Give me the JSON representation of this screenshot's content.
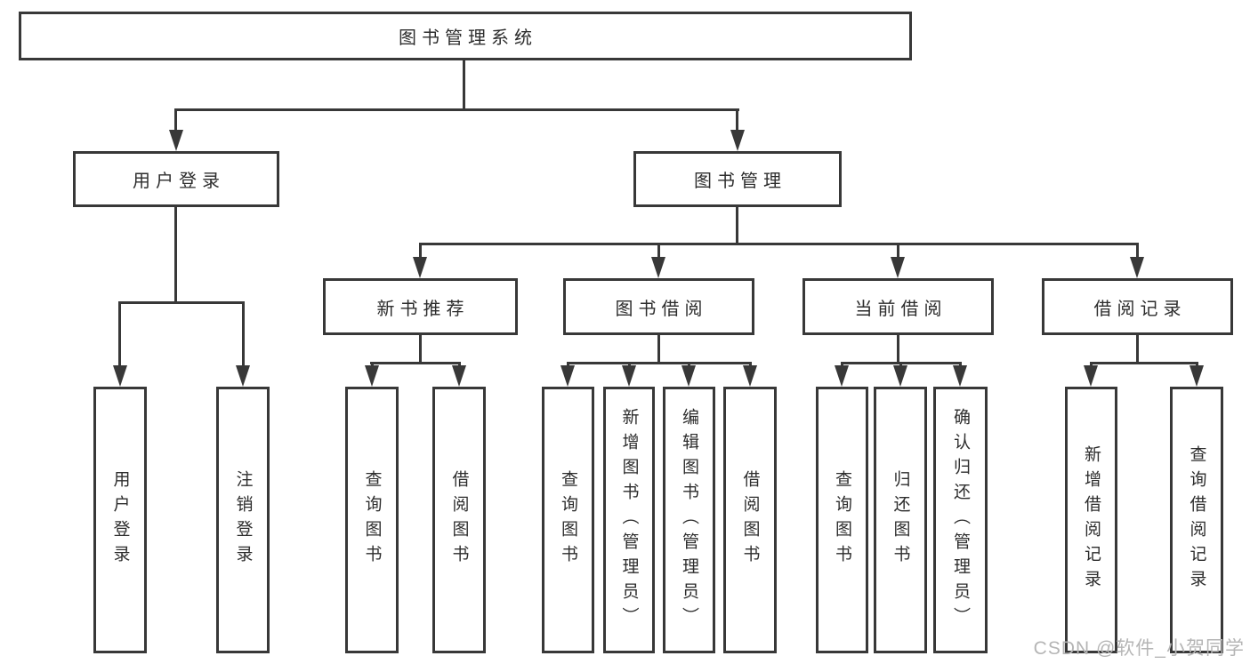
{
  "diagram": {
    "title": "图书管理系统",
    "root": {
      "label": "图书管理系统"
    },
    "level2": [
      {
        "id": "user-login",
        "label": "用户登录"
      },
      {
        "id": "book-management",
        "label": "图书管理"
      }
    ],
    "level3": [
      {
        "id": "new-book-recommend",
        "parent": "book-management",
        "label": "新书推荐"
      },
      {
        "id": "book-borrowing",
        "parent": "book-management",
        "label": "图书借阅"
      },
      {
        "id": "current-borrowing",
        "parent": "book-management",
        "label": "当前借阅"
      },
      {
        "id": "borrowing-records",
        "parent": "book-management",
        "label": "借阅记录"
      }
    ],
    "leaves": [
      {
        "parent": "user-login",
        "label": "用户登录"
      },
      {
        "parent": "user-login",
        "label": "注销登录"
      },
      {
        "parent": "new-book-recommend",
        "label": "查询图书"
      },
      {
        "parent": "new-book-recommend",
        "label": "借阅图书"
      },
      {
        "parent": "book-borrowing",
        "label": "查询图书"
      },
      {
        "parent": "book-borrowing",
        "label": "新增图书（管理员）"
      },
      {
        "parent": "book-borrowing",
        "label": "编辑图书（管理员）"
      },
      {
        "parent": "book-borrowing",
        "label": "借阅图书"
      },
      {
        "parent": "current-borrowing",
        "label": "查询图书"
      },
      {
        "parent": "current-borrowing",
        "label": "归还图书"
      },
      {
        "parent": "current-borrowing",
        "label": "确认归还（管理员）"
      },
      {
        "parent": "borrowing-records",
        "label": "新增借阅记录"
      },
      {
        "parent": "borrowing-records",
        "label": "查询借阅记录"
      }
    ],
    "colors": {
      "line": "#383838",
      "box_border": "#383838",
      "text": "#2d2d2d",
      "background": "#ffffff",
      "watermark": "#b5b5b5"
    }
  },
  "watermark": {
    "text": "CSDN @软件_小贺同学"
  }
}
